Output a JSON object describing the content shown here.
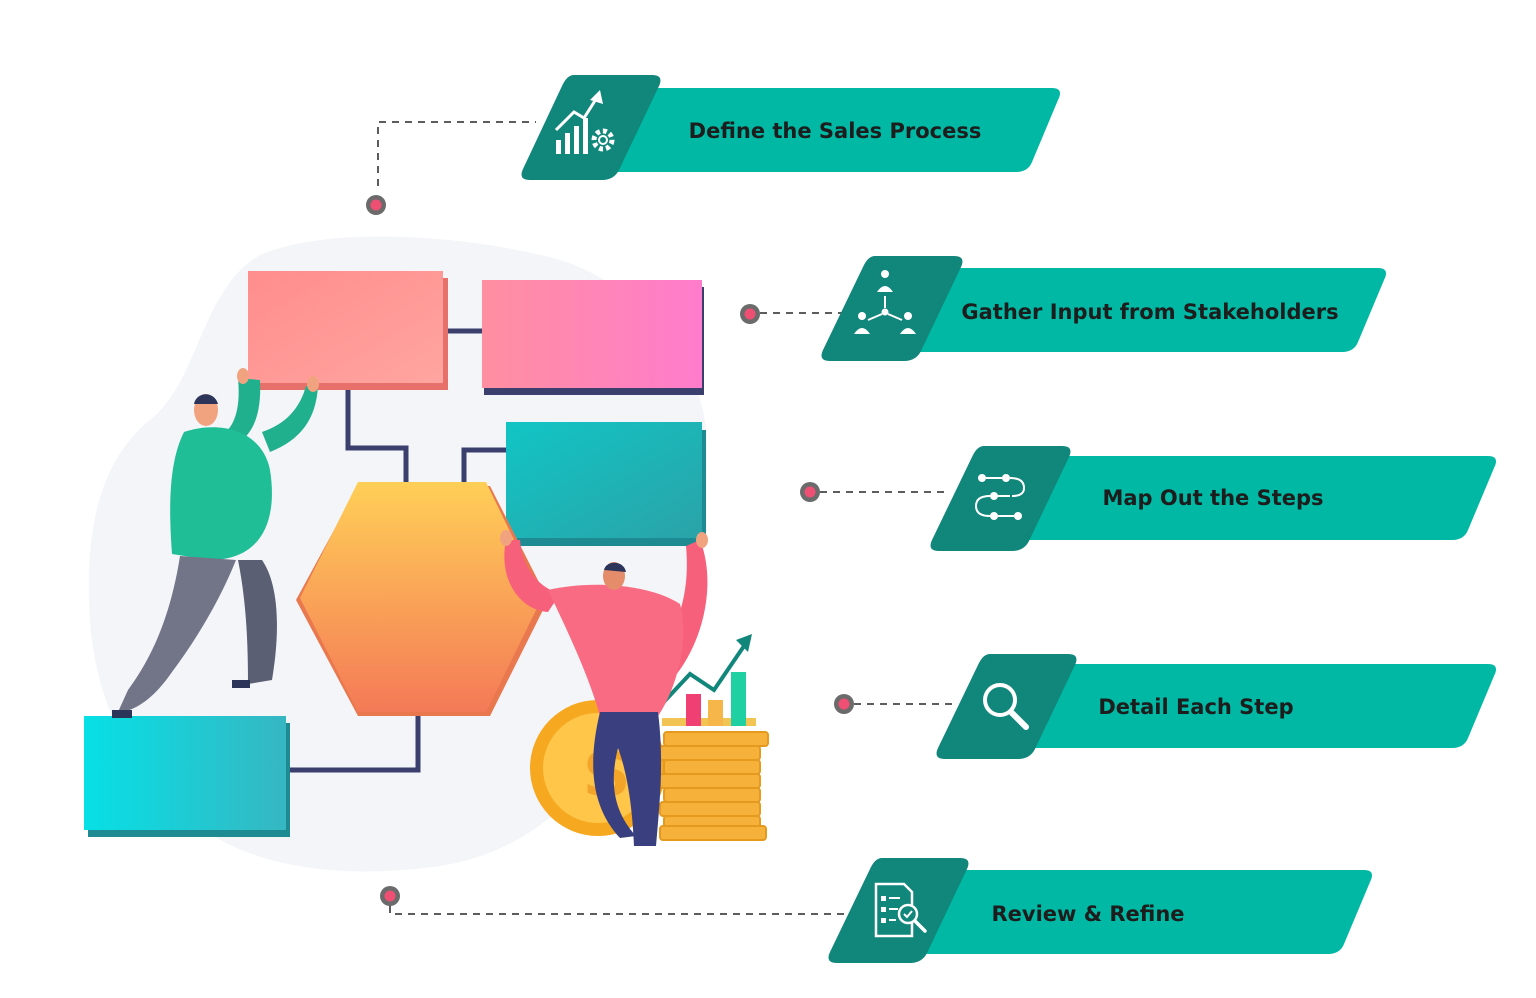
{
  "steps": [
    {
      "label": "Define the Sales Process",
      "icon": "growth-chart-gear-icon"
    },
    {
      "label": "Gather Input from Stakeholders",
      "icon": "stakeholders-network-icon"
    },
    {
      "label": "Map Out the Steps",
      "icon": "process-flow-icon"
    },
    {
      "label": "Detail Each Step",
      "icon": "magnifier-icon"
    },
    {
      "label": "Review & Refine",
      "icon": "document-review-icon"
    }
  ],
  "colors": {
    "banner": "#00b8a3",
    "icon_tab": "#11867b",
    "connector_dot": "#ef4f72",
    "connector_ring": "#6b6b6b",
    "connector_line": "#5d5d5d"
  }
}
